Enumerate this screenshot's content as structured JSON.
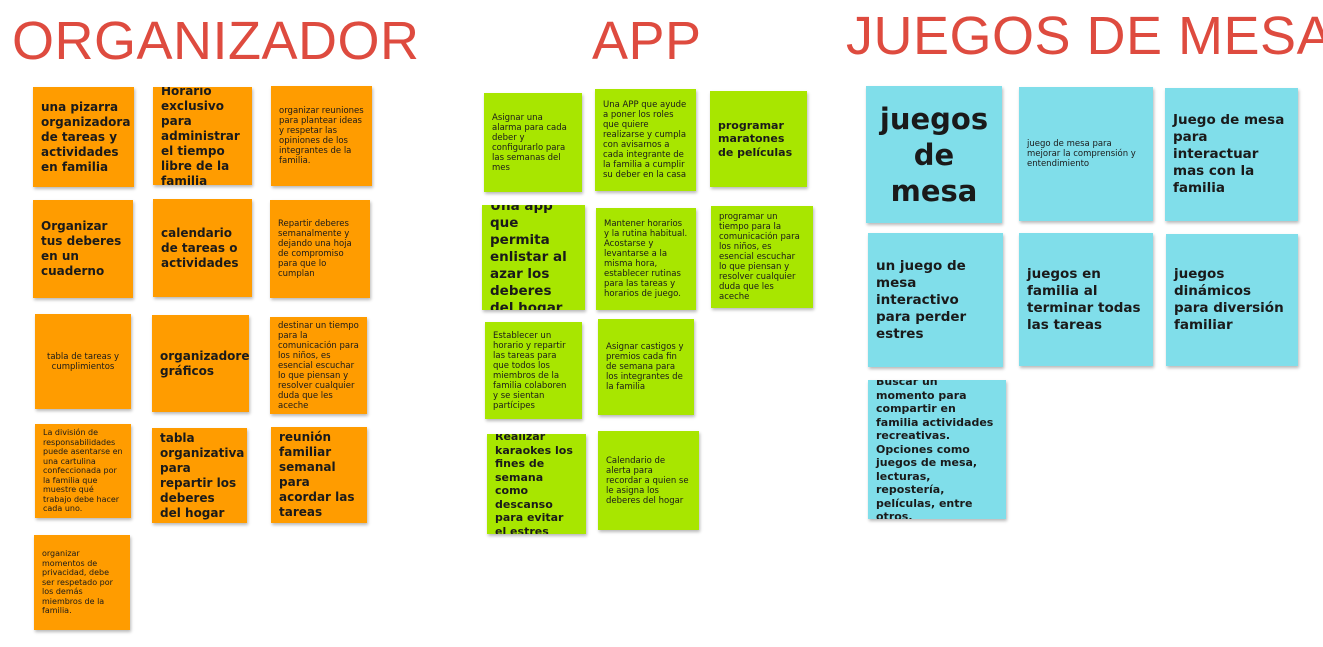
{
  "headings": {
    "organizador": "ORGANIZADOR",
    "app": "APP",
    "juegos": "JUEGOS DE MESA"
  },
  "organizador": {
    "notes": [
      "una pizarra organizadora de tareas y actividades en familia",
      "Horario exclusivo para administrar el tiempo libre de la familia",
      "organizar reuniones para plantear ideas y respetar las opiniones de los integrantes de la familia.",
      "Organizar tus deberes en un cuaderno",
      "calendario de tareas o actividades",
      "Repartir deberes semanalmente y dejando una hoja de compromiso para que lo cumplan",
      "tabla de tareas y cumplimientos",
      "organizadores gráficos",
      "destinar un tiempo para la comunicación para los niños, es esencial escuchar lo que piensan y resolver cualquier duda que les aceche",
      "La división de responsabilidades puede asentarse en una cartulina confeccionada por la familia que muestre qué trabajo debe hacer cada uno.",
      "tabla organizativa para repartir los deberes del hogar",
      "reunión familiar semanal para acordar las tareas",
      "organizar momentos de privacidad, debe ser respetado por los demás miembros de la familia."
    ]
  },
  "app": {
    "notes": [
      "Asignar una alarma para cada deber y configurarlo para las semanas del mes",
      "Una APP que ayude a poner los roles que quiere realizarse y cumpla con avisarnos a cada integrante de la familia a cumplir su deber en la casa",
      "programar maratones de películas",
      "Una app que permita enlistar al azar los deberes del hogar",
      "Mantener horarios y la rutina habitual. Acostarse y levantarse a la misma hora, establecer rutinas para las tareas y horarios de juego.",
      "programar un tiempo para la comunicación para los niños, es esencial escuchar lo que piensan y resolver cualquier duda que les aceche",
      "Establecer un horario y repartir las tareas para que todos los miembros de la familia colaboren y se sientan partícipes",
      "Asignar castigos y premios cada fin de semana para los integrantes de la familia",
      "Realizar karaokes los fines de semana como descanso para evitar el estres",
      "Calendario de alerta para recordar a quien se le asigna los deberes del hogar"
    ]
  },
  "juegos": {
    "notes": [
      "juegos de mesa",
      "juego de mesa para mejorar la comprensión y entendimiento",
      "Juego de mesa para interactuar mas con la familia",
      "un juego de mesa interactivo para perder estres",
      "juegos en familia al terminar todas las tareas",
      "juegos dinámicos para diversión familiar",
      "Buscar un momento para compartir en familia actividades recreativas. Opciones como juegos de mesa, lecturas, repostería, películas, entre otros."
    ]
  },
  "colors": {
    "heading": "#de4b3f",
    "organizador_note": "#ff9c00",
    "app_note": "#a8e600",
    "juegos_note": "#80deea"
  }
}
